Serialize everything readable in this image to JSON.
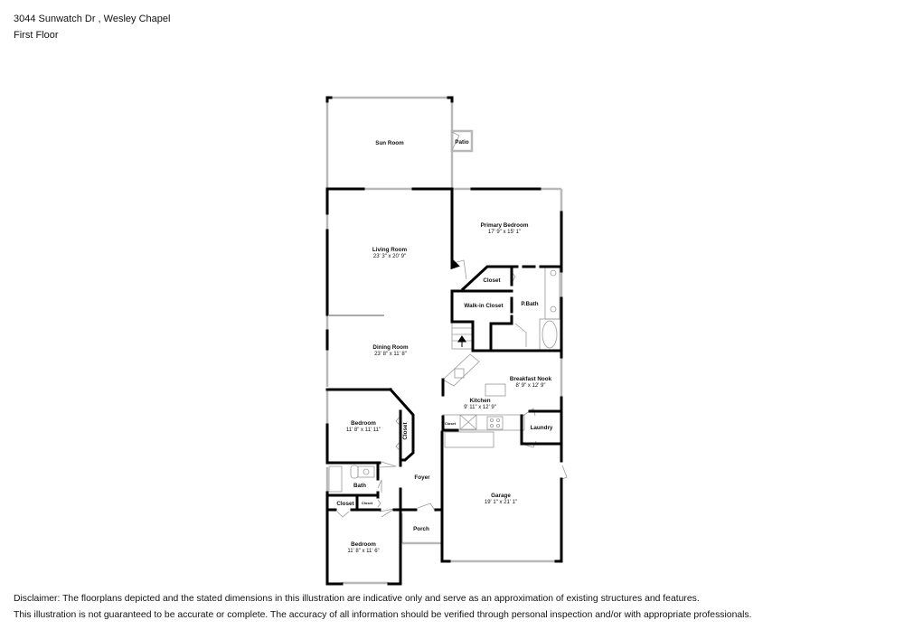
{
  "header": {
    "address": "3044 Sunwatch Dr , Wesley Chapel",
    "floor": "First Floor"
  },
  "rooms": {
    "sun_room": {
      "name": "Sun Room"
    },
    "patio": {
      "name": "Patio"
    },
    "living_room": {
      "name": "Living Room",
      "dims": "23' 3\" x 20' 9\""
    },
    "primary_bedroom": {
      "name": "Primary Bedroom",
      "dims": "17' 9\" x 15' 1\""
    },
    "closet_primary": {
      "name": "Closet"
    },
    "walk_in_closet": {
      "name": "Walk-in Closet"
    },
    "p_bath": {
      "name": "P.Bath"
    },
    "dining_room": {
      "name": "Dining Room",
      "dims": "23' 8\" x 11' 8\""
    },
    "breakfast_nook": {
      "name": "Breakfast Nook",
      "dims": "8' 9\" x 12' 9\""
    },
    "kitchen": {
      "name": "Kitchen",
      "dims": "9' 11\" x 12' 9\""
    },
    "kitchen_closet": {
      "name": "Closet"
    },
    "laundry": {
      "name": "Laundry"
    },
    "bedroom_1": {
      "name": "Bedroom",
      "dims": "11' 8\" x 11' 11\""
    },
    "bedroom_1_closet": {
      "name": "Closet"
    },
    "bath": {
      "name": "Bath"
    },
    "hall_closet": {
      "name": "Closet"
    },
    "linen_closet": {
      "name": "Closet"
    },
    "foyer": {
      "name": "Foyer"
    },
    "garage": {
      "name": "Garage",
      "dims": "19' 1\" x 21' 1\""
    },
    "porch": {
      "name": "Porch"
    },
    "bedroom_2": {
      "name": "Bedroom",
      "dims": "11' 8\" x 11' 6\""
    }
  },
  "disclaimer": {
    "line1": "Disclaimer: The floorplans depicted and the stated dimensions in this illustration are indicative only and serve as an approximation of existing structures and features.",
    "line2": "This illustration is not guaranteed to be accurate or complete. The accuracy of all information should be verified through personal inspection and/or with appropriate professionals."
  },
  "colors": {
    "wall": "#000000",
    "window": "#b8b8b8",
    "fixture": "#9a9a9a",
    "background": "#ffffff"
  }
}
